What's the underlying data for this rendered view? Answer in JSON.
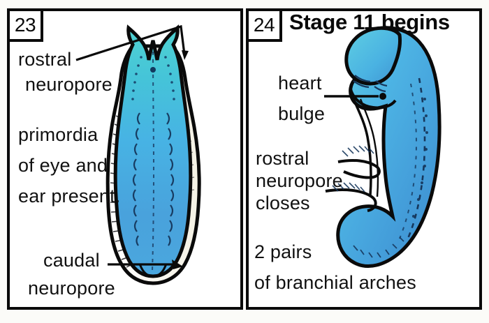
{
  "plate": {
    "kind": "embryology-developmental-stages-chart",
    "panels": [
      {
        "number": "23",
        "title": "",
        "captions": [
          "rostral",
          "neuropore",
          "primordia",
          "of eye and",
          "ear present.",
          "caudal",
          "neuropore"
        ],
        "labels": {
          "rostral_neuropore_line1": "rostral",
          "rostral_neuropore_line2": "neuropore",
          "primordia_line1": "primordia",
          "primordia_line2": "of eye and",
          "primordia_line3": "ear present.",
          "caudal_line1": "caudal",
          "caudal_line2": "neuropore"
        },
        "figure": "dorsal view of neural-tube embryo with open rostral and caudal neuropores"
      },
      {
        "number": "24",
        "title": "Stage 11 begins",
        "captions": [
          "heart",
          "bulge",
          "rostral",
          "neuropore",
          "closes",
          "2 pairs",
          "of branchial arches"
        ],
        "labels": {
          "heart_line1": "heart",
          "heart_line2": "bulge",
          "rostral_line1": "rostral",
          "rostral_line2": "neuropore",
          "rostral_line3": "closes",
          "arches_line1": "2 pairs",
          "arches_line2": "of branchial arches"
        },
        "figure": "lateral view of C-shaped embryo with heart bulge and branchial arches"
      }
    ]
  },
  "colors": {
    "ink": "#0a0a0a",
    "paper": "#ffffff",
    "embryo_teal": "#3fc9cf",
    "embryo_cyan": "#46b8e6",
    "embryo_blue": "#4a9fdc",
    "embryo_deep_blue": "#3f86c9",
    "embryo_shadow": "#2f6fae",
    "highlight_cream": "#fbf8ee"
  }
}
